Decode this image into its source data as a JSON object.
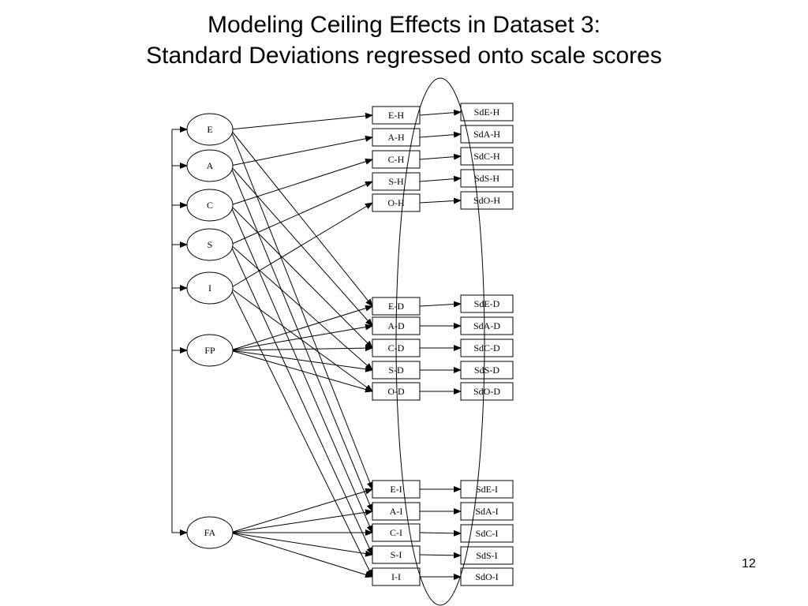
{
  "slide": {
    "title_line1": "Modeling Ceiling Effects in Dataset 3:",
    "title_line2": "Standard Deviations regressed onto scale scores",
    "page_number": "12"
  },
  "latent_factors": [
    {
      "id": "E",
      "label": "E"
    },
    {
      "id": "A",
      "label": "A"
    },
    {
      "id": "C",
      "label": "C"
    },
    {
      "id": "S",
      "label": "S"
    },
    {
      "id": "I",
      "label": "I"
    },
    {
      "id": "FP",
      "label": "FP"
    },
    {
      "id": "FA",
      "label": "FA"
    }
  ],
  "scale_scores": [
    {
      "id": "E-H",
      "label": "E-H"
    },
    {
      "id": "A-H",
      "label": "A-H"
    },
    {
      "id": "C-H",
      "label": "C-H"
    },
    {
      "id": "S-H",
      "label": "S-H"
    },
    {
      "id": "O-H",
      "label": "O-H"
    },
    {
      "id": "E-D",
      "label": "E-D"
    },
    {
      "id": "A-D",
      "label": "A-D"
    },
    {
      "id": "C-D",
      "label": "C-D"
    },
    {
      "id": "S-D",
      "label": "S-D"
    },
    {
      "id": "O-D",
      "label": "O-D"
    },
    {
      "id": "E-I",
      "label": "E-I"
    },
    {
      "id": "A-I",
      "label": "A-I"
    },
    {
      "id": "C-I",
      "label": "C-I"
    },
    {
      "id": "S-I",
      "label": "S-I"
    },
    {
      "id": "I-I",
      "label": "I-I"
    }
  ],
  "sd_scores": [
    {
      "id": "SdE-H",
      "label": "SdE-H"
    },
    {
      "id": "SdA-H",
      "label": "SdA-H"
    },
    {
      "id": "SdC-H",
      "label": "SdC-H"
    },
    {
      "id": "SdS-H",
      "label": "SdS-H"
    },
    {
      "id": "SdO-H",
      "label": "SdO-H"
    },
    {
      "id": "SdE-D",
      "label": "SdE-D"
    },
    {
      "id": "SdA-D",
      "label": "SdA-D"
    },
    {
      "id": "SdC-D",
      "label": "SdC-D"
    },
    {
      "id": "SdS-D",
      "label": "SdS-D"
    },
    {
      "id": "SdO-D",
      "label": "SdO-D"
    },
    {
      "id": "SdE-I",
      "label": "SdE-I"
    },
    {
      "id": "SdA-I",
      "label": "SdA-I"
    },
    {
      "id": "SdC-I",
      "label": "SdC-I"
    },
    {
      "id": "SdS-I",
      "label": "SdS-I"
    },
    {
      "id": "SdO-I",
      "label": "SdO-I"
    }
  ],
  "factor_paths": [
    [
      "E",
      "E-H"
    ],
    [
      "E",
      "E-D"
    ],
    [
      "E",
      "E-I"
    ],
    [
      "A",
      "A-H"
    ],
    [
      "A",
      "A-D"
    ],
    [
      "A",
      "A-I"
    ],
    [
      "C",
      "C-H"
    ],
    [
      "C",
      "C-D"
    ],
    [
      "C",
      "C-I"
    ],
    [
      "S",
      "S-H"
    ],
    [
      "S",
      "S-D"
    ],
    [
      "S",
      "S-I"
    ],
    [
      "I",
      "O-H"
    ],
    [
      "I",
      "O-D"
    ],
    [
      "I",
      "I-I"
    ],
    [
      "FP",
      "E-D"
    ],
    [
      "FP",
      "A-D"
    ],
    [
      "FP",
      "C-D"
    ],
    [
      "FP",
      "S-D"
    ],
    [
      "FP",
      "O-D"
    ],
    [
      "FA",
      "E-I"
    ],
    [
      "FA",
      "A-I"
    ],
    [
      "FA",
      "C-I"
    ],
    [
      "FA",
      "S-I"
    ],
    [
      "FA",
      "I-I"
    ]
  ],
  "sd_paths": [
    [
      "E-H",
      "SdE-H"
    ],
    [
      "A-H",
      "SdA-H"
    ],
    [
      "C-H",
      "SdC-H"
    ],
    [
      "S-H",
      "SdS-H"
    ],
    [
      "O-H",
      "SdO-H"
    ],
    [
      "E-D",
      "SdE-D"
    ],
    [
      "A-D",
      "SdA-D"
    ],
    [
      "C-D",
      "SdC-D"
    ],
    [
      "S-D",
      "SdS-D"
    ],
    [
      "O-D",
      "SdO-D"
    ],
    [
      "E-I",
      "SdE-I"
    ],
    [
      "A-I",
      "SdA-I"
    ],
    [
      "C-I",
      "SdC-I"
    ],
    [
      "S-I",
      "SdS-I"
    ],
    [
      "I-I",
      "SdO-I"
    ]
  ],
  "bracket_targets": [
    "E",
    "A",
    "C",
    "S",
    "I",
    "FP",
    "FA"
  ]
}
